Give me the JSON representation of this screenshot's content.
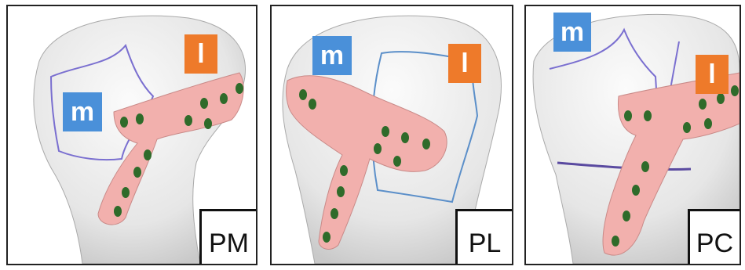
{
  "panels": [
    {
      "view": "PM",
      "medial_label": "m",
      "lateral_label": "l"
    },
    {
      "view": "PL",
      "medial_label": "m",
      "lateral_label": "l"
    },
    {
      "view": "PC",
      "medial_label": "m",
      "lateral_label": "l"
    }
  ],
  "colors": {
    "bone": "#eaeaea",
    "plate": "#f2b0ad",
    "screw": "#2f6b2a",
    "medial_tag": "#4a90d9",
    "lateral_tag": "#ee7a2a",
    "outline_medial": "#7a6fd0",
    "outline_lateral": "#5b8fc9"
  }
}
